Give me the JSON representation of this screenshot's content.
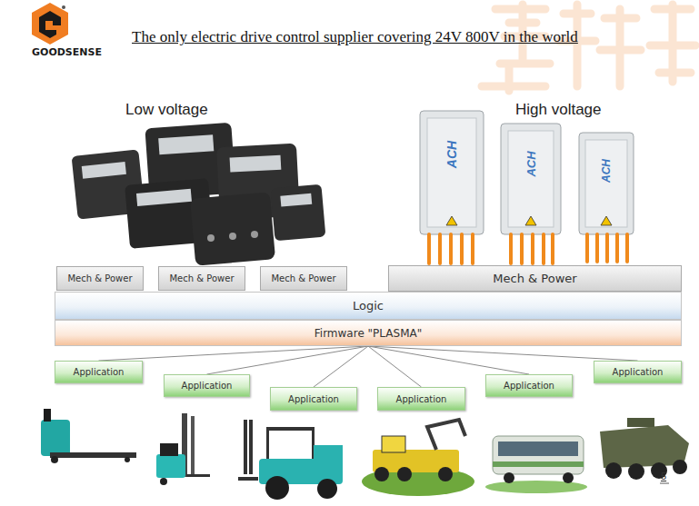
{
  "diagram": {
    "title": "The only electric drive control supplier covering 24V 800V in the world",
    "nodes": [
      {
        "text": [
          "Mech & Power"
        ]
      },
      {
        "text": [
          "Mech & Power"
        ]
      },
      {
        "text": [
          "Mech & Power"
        ]
      },
      {
        "text": [
          "Mech & Power"
        ]
      },
      {
        "text": [
          "Logic"
        ]
      },
      {
        "text": [
          "Firmware \"PLASMA\""
        ]
      },
      {
        "text": [
          "Application"
        ]
      },
      {
        "text": [
          "Application"
        ]
      },
      {
        "text": [
          "Application"
        ]
      },
      {
        "text": [
          "Application"
        ]
      },
      {
        "text": [
          "Application"
        ]
      },
      {
        "text": [
          "Application"
        ]
      }
    ],
    "edges": [
      {
        "from": 5,
        "to": 6,
        "arrow": "none"
      },
      {
        "from": 5,
        "to": 7,
        "arrow": "none"
      },
      {
        "from": 5,
        "to": 8,
        "arrow": "none"
      },
      {
        "from": 5,
        "to": 9,
        "arrow": "none"
      },
      {
        "from": 5,
        "to": 10,
        "arrow": "none"
      },
      {
        "from": 5,
        "to": 11,
        "arrow": "none"
      }
    ],
    "labels": [
      "GOODSENSE",
      "Low voltage",
      "High voltage",
      "ACH",
      "ACH",
      "ACH",
      "5"
    ]
  }
}
